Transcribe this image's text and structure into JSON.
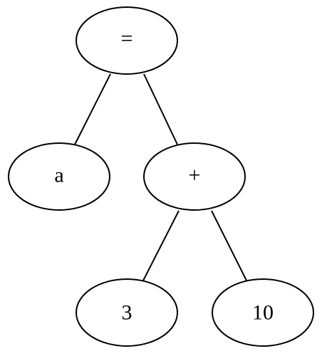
{
  "tree": {
    "nodes": [
      {
        "id": "eq",
        "label": "="
      },
      {
        "id": "a",
        "label": "a"
      },
      {
        "id": "plus",
        "label": "+"
      },
      {
        "id": "n3",
        "label": "3"
      },
      {
        "id": "n10",
        "label": "10"
      }
    ],
    "edges": [
      {
        "from": "eq",
        "to": "a"
      },
      {
        "from": "eq",
        "to": "plus"
      },
      {
        "from": "plus",
        "to": "n3"
      },
      {
        "from": "plus",
        "to": "n10"
      }
    ],
    "colors": {
      "stroke": "#000000",
      "fill": "#ffffff",
      "text": "#000000"
    }
  }
}
